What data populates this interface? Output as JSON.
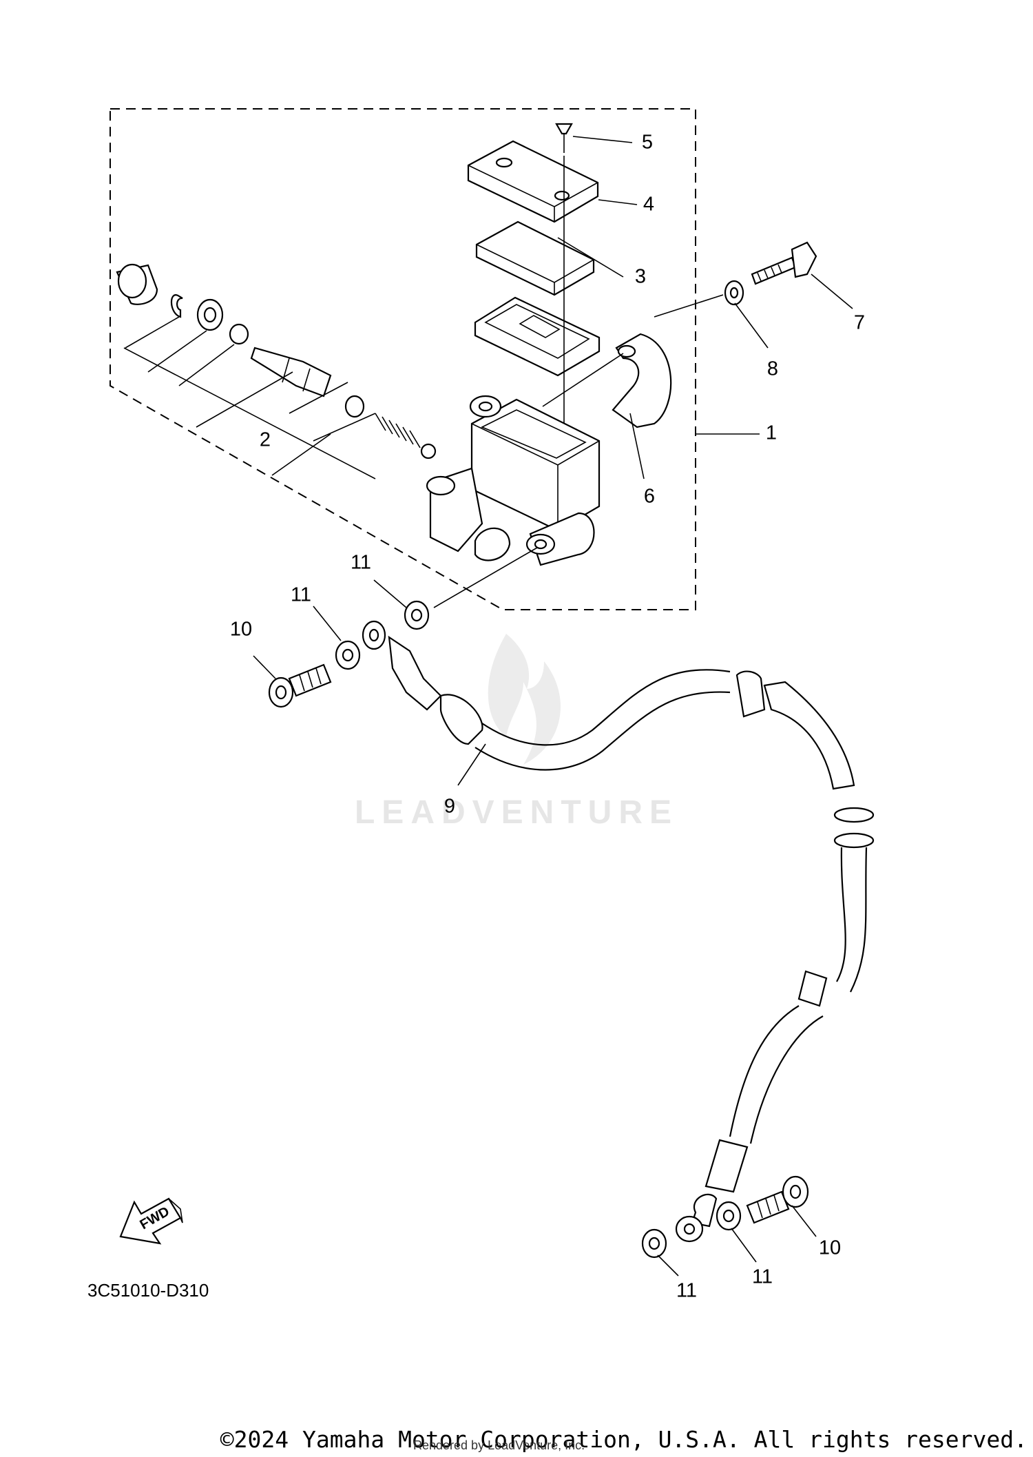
{
  "diagram": {
    "callouts": [
      {
        "id": "c1",
        "label": "1"
      },
      {
        "id": "c2",
        "label": "2"
      },
      {
        "id": "c3",
        "label": "3"
      },
      {
        "id": "c4",
        "label": "4"
      },
      {
        "id": "c5",
        "label": "5"
      },
      {
        "id": "c6",
        "label": "6"
      },
      {
        "id": "c7",
        "label": "7"
      },
      {
        "id": "c8",
        "label": "8"
      },
      {
        "id": "c9",
        "label": "9"
      },
      {
        "id": "c10a",
        "label": "10"
      },
      {
        "id": "c10b",
        "label": "10"
      },
      {
        "id": "c11a",
        "label": "11"
      },
      {
        "id": "c11b",
        "label": "11"
      },
      {
        "id": "c11c",
        "label": "11"
      },
      {
        "id": "c11d",
        "label": "11"
      }
    ],
    "fwd_label": "FWD",
    "diagram_code": "3C51010-D310",
    "watermark": "LEADVENTURE"
  },
  "footer": {
    "copyright": "©2024 Yamaha Motor Corporation, U.S.A. All rights reserved.",
    "rendered_by": "Rendered by LeadVenture, Inc."
  }
}
